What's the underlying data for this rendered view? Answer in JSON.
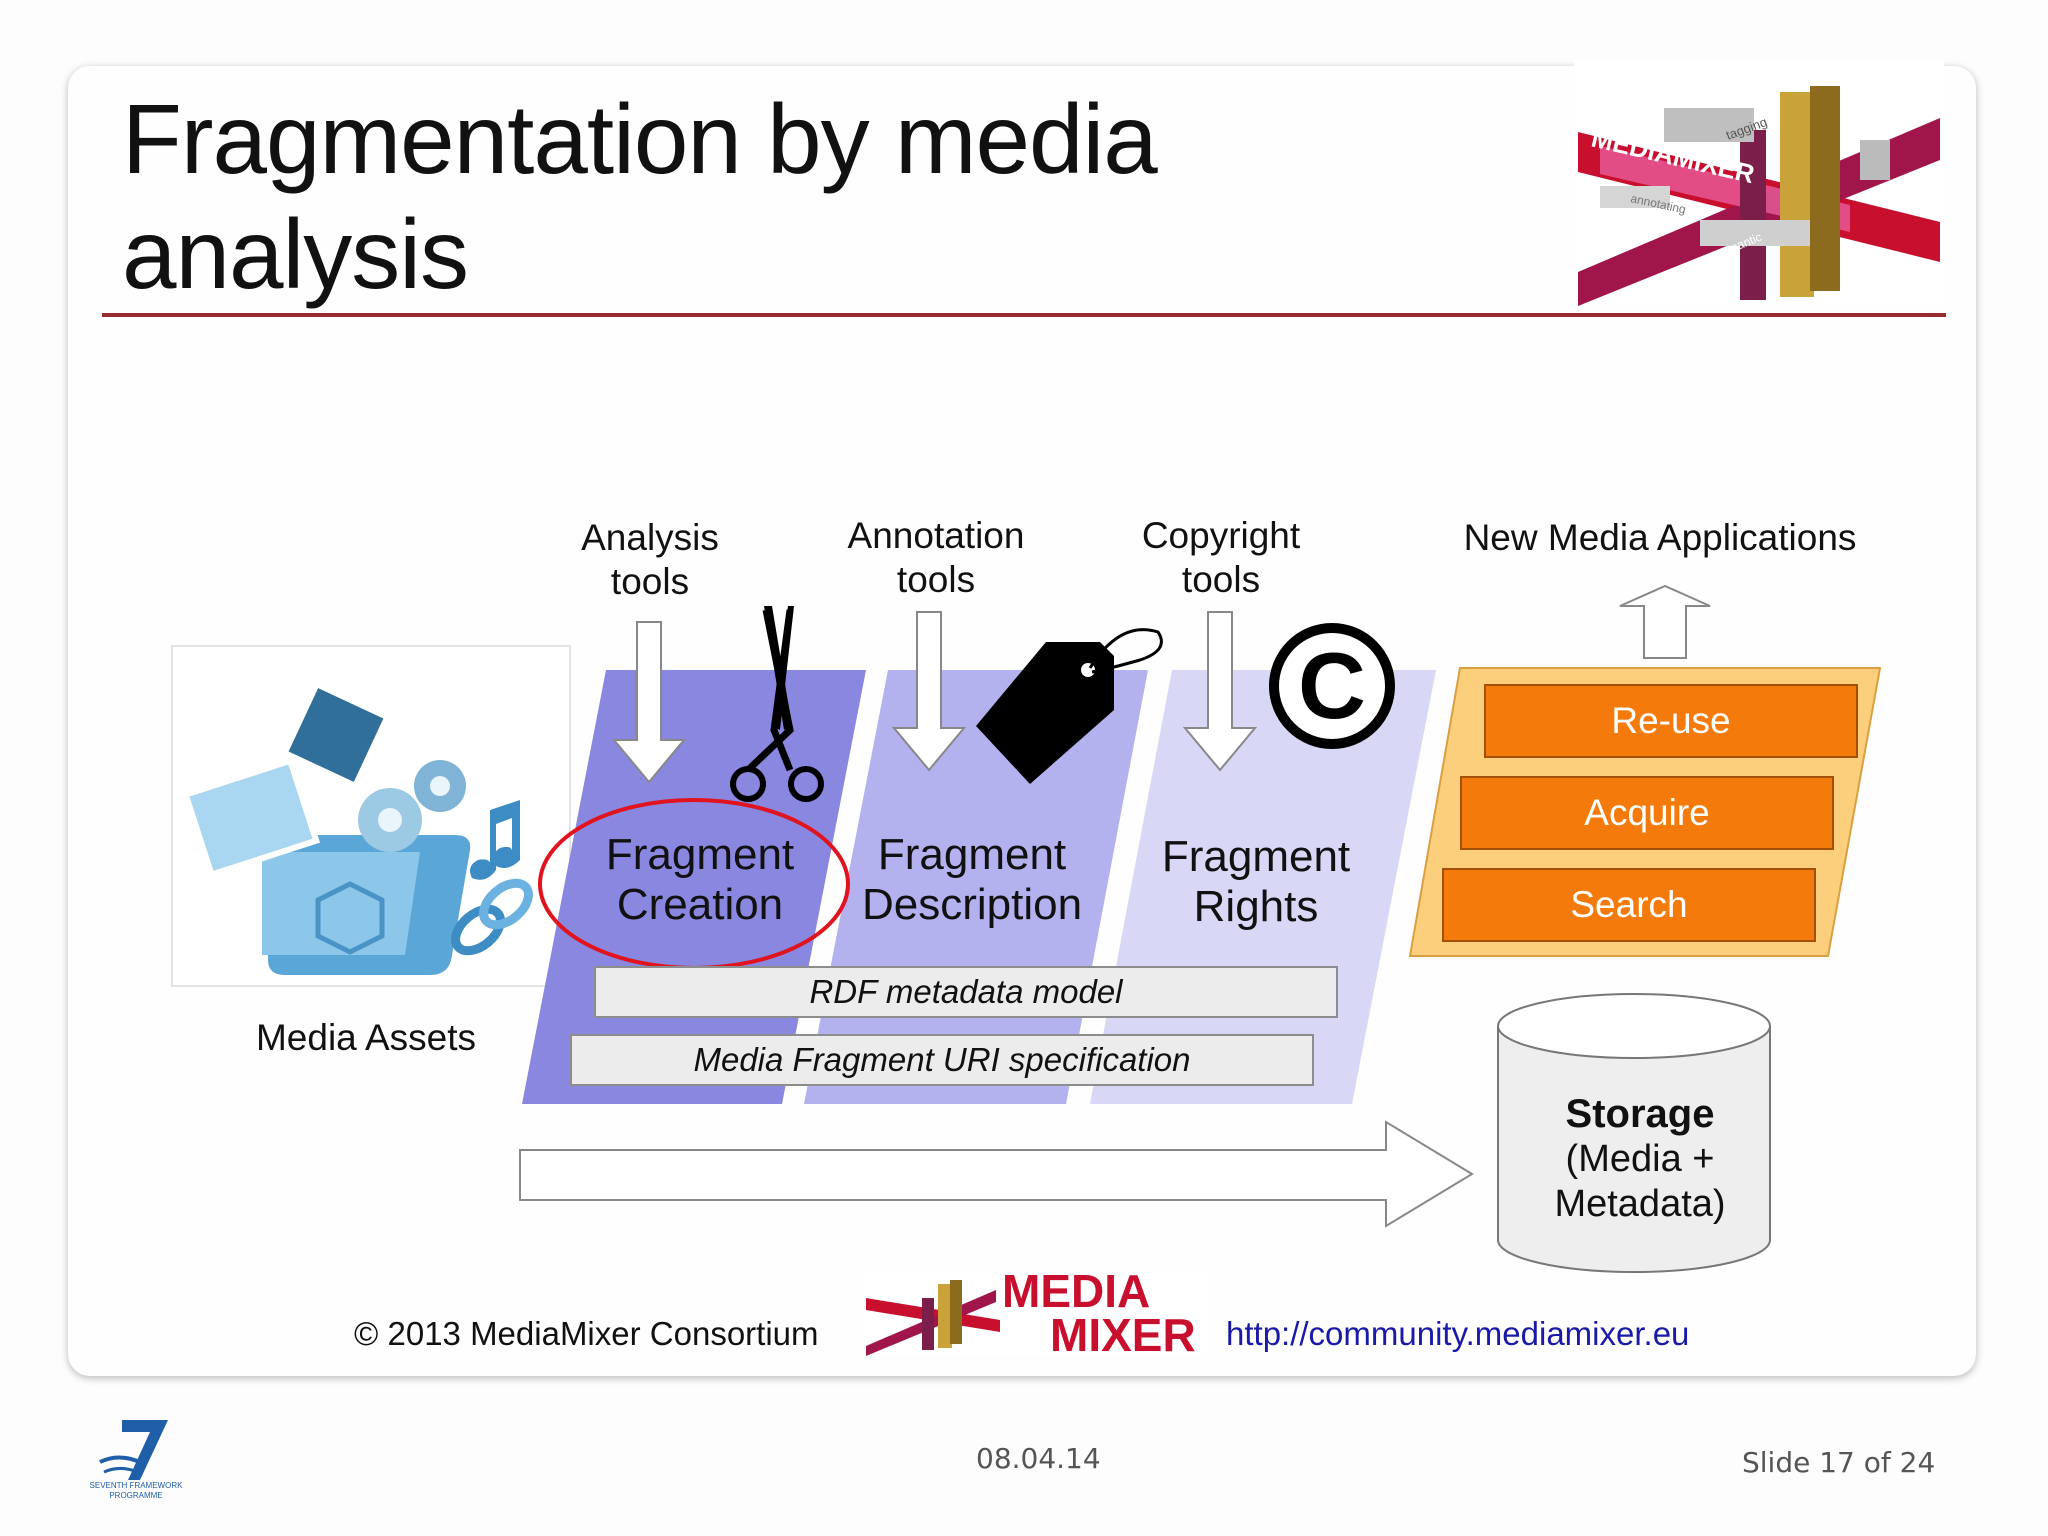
{
  "slide": {
    "title_line1": "Fragmentation by media",
    "title_line2": "analysis",
    "date": "08.04.14",
    "slide_number": "Slide 17 of 24"
  },
  "logo": {
    "words": [
      "MEDIAMIXER",
      "tagging",
      "annotating",
      "semantic",
      "media"
    ]
  },
  "fp7_logo": {
    "lines": [
      "SEVENTH FRAMEWORK",
      "PROGRAMME"
    ]
  },
  "diagram": {
    "media_assets_label": "Media Assets",
    "tools": {
      "analysis_line1": "Analysis",
      "analysis_line2": "tools",
      "annotation_line1": "Annotation",
      "annotation_line2": "tools",
      "copyright_line1": "Copyright",
      "copyright_line2": "tools"
    },
    "new_media_applications": "New Media Applications",
    "fragments": {
      "creation_line1": "Fragment",
      "creation_line2": "Creation",
      "description_line1": "Fragment",
      "description_line2": "Description",
      "rights_line1": "Fragment",
      "rights_line2": "Rights"
    },
    "bars": {
      "rdf": "RDF metadata  model",
      "mfuri": "Media Fragment URI specification"
    },
    "applications": [
      "Re-use",
      "Acquire",
      "Search"
    ],
    "storage": {
      "title": "Storage",
      "line2": "(Media +",
      "line3": "Metadata)"
    },
    "colors": {
      "creation": "#8a87e0",
      "description": "#b3b1ee",
      "rights": "#d8d7f6",
      "apps_panel": "#fccf7c",
      "app_button": "#f47b0b",
      "highlight_ellipse": "#e0141e"
    }
  },
  "footer": {
    "copyright": "© 2013 MediaMixer  Consortium",
    "mm_word1": "MEDIA",
    "mm_word2": "MIXER",
    "url": "http://community.mediamixer.eu"
  }
}
